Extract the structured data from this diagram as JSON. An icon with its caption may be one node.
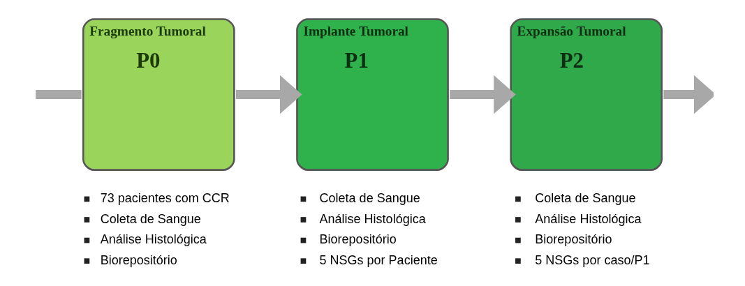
{
  "diagram": {
    "nodes": [
      {
        "text": [
          "Fragmento Tumoral",
          "P0"
        ],
        "beside": [
          "73 pacientes com CCR",
          "Coleta de Sangue",
          "Análise Histológica",
          "Biorepositório"
        ]
      },
      {
        "text": [
          "Implante Tumoral",
          "P1"
        ],
        "beside": [
          "Coleta de Sangue",
          "Análise Histológica",
          "Biorepositório",
          "5 NSGs por Paciente"
        ]
      },
      {
        "text": [
          "Expansão Tumoral",
          "P2"
        ],
        "beside": [
          "Coleta de Sangue",
          "Análise Histológica",
          "Biorepositório",
          "5 NSGs por caso/P1"
        ]
      }
    ],
    "edges": [
      {
        "from": null,
        "to": 0,
        "arrow": "none"
      },
      {
        "from": 0,
        "to": 1,
        "arrow": "to"
      },
      {
        "from": 1,
        "to": 2,
        "arrow": "to"
      },
      {
        "from": 2,
        "to": null,
        "arrow": "to"
      }
    ]
  }
}
